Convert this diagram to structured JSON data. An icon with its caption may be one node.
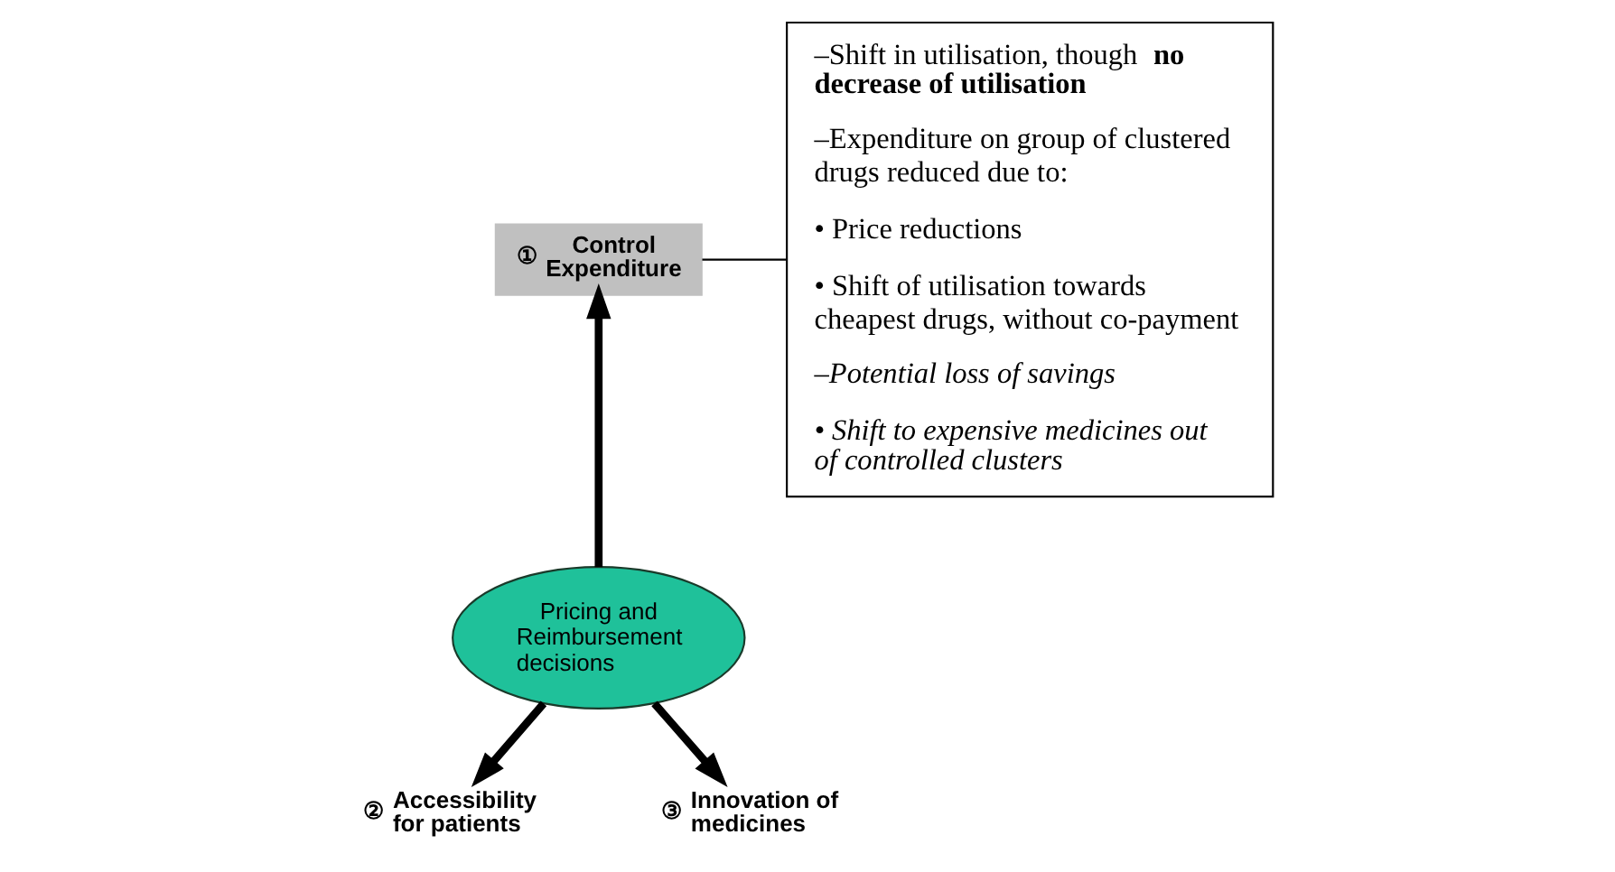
{
  "diagram": {
    "nodes": [
      {
        "text": [
          "①",
          "Control Expenditure"
        ]
      },
      {
        "text": [
          "Pricing and Reimbursement decisions"
        ]
      },
      {
        "text": [
          "②",
          "Accessibility for patients"
        ]
      },
      {
        "text": [
          "③",
          "Innovation of medicines"
        ]
      },
      {
        "text": [
          "–Shift in utilisation, though **no decrease of utilisation**",
          "–Expenditure on group of clustered drugs reduced due to:",
          "• Price reductions",
          "• Shift of utilisation towards cheapest drugs, without co-payment",
          "–Potential loss of savings",
          "• Shift to expensive medicines out of controlled clusters"
        ]
      }
    ],
    "edges": [
      {
        "from": 1,
        "to": 0,
        "arrow": "to"
      },
      {
        "from": 1,
        "to": 2,
        "arrow": "to"
      },
      {
        "from": 1,
        "to": 3,
        "arrow": "to"
      },
      {
        "from": 4,
        "to": 0,
        "arrow": "none"
      }
    ]
  }
}
